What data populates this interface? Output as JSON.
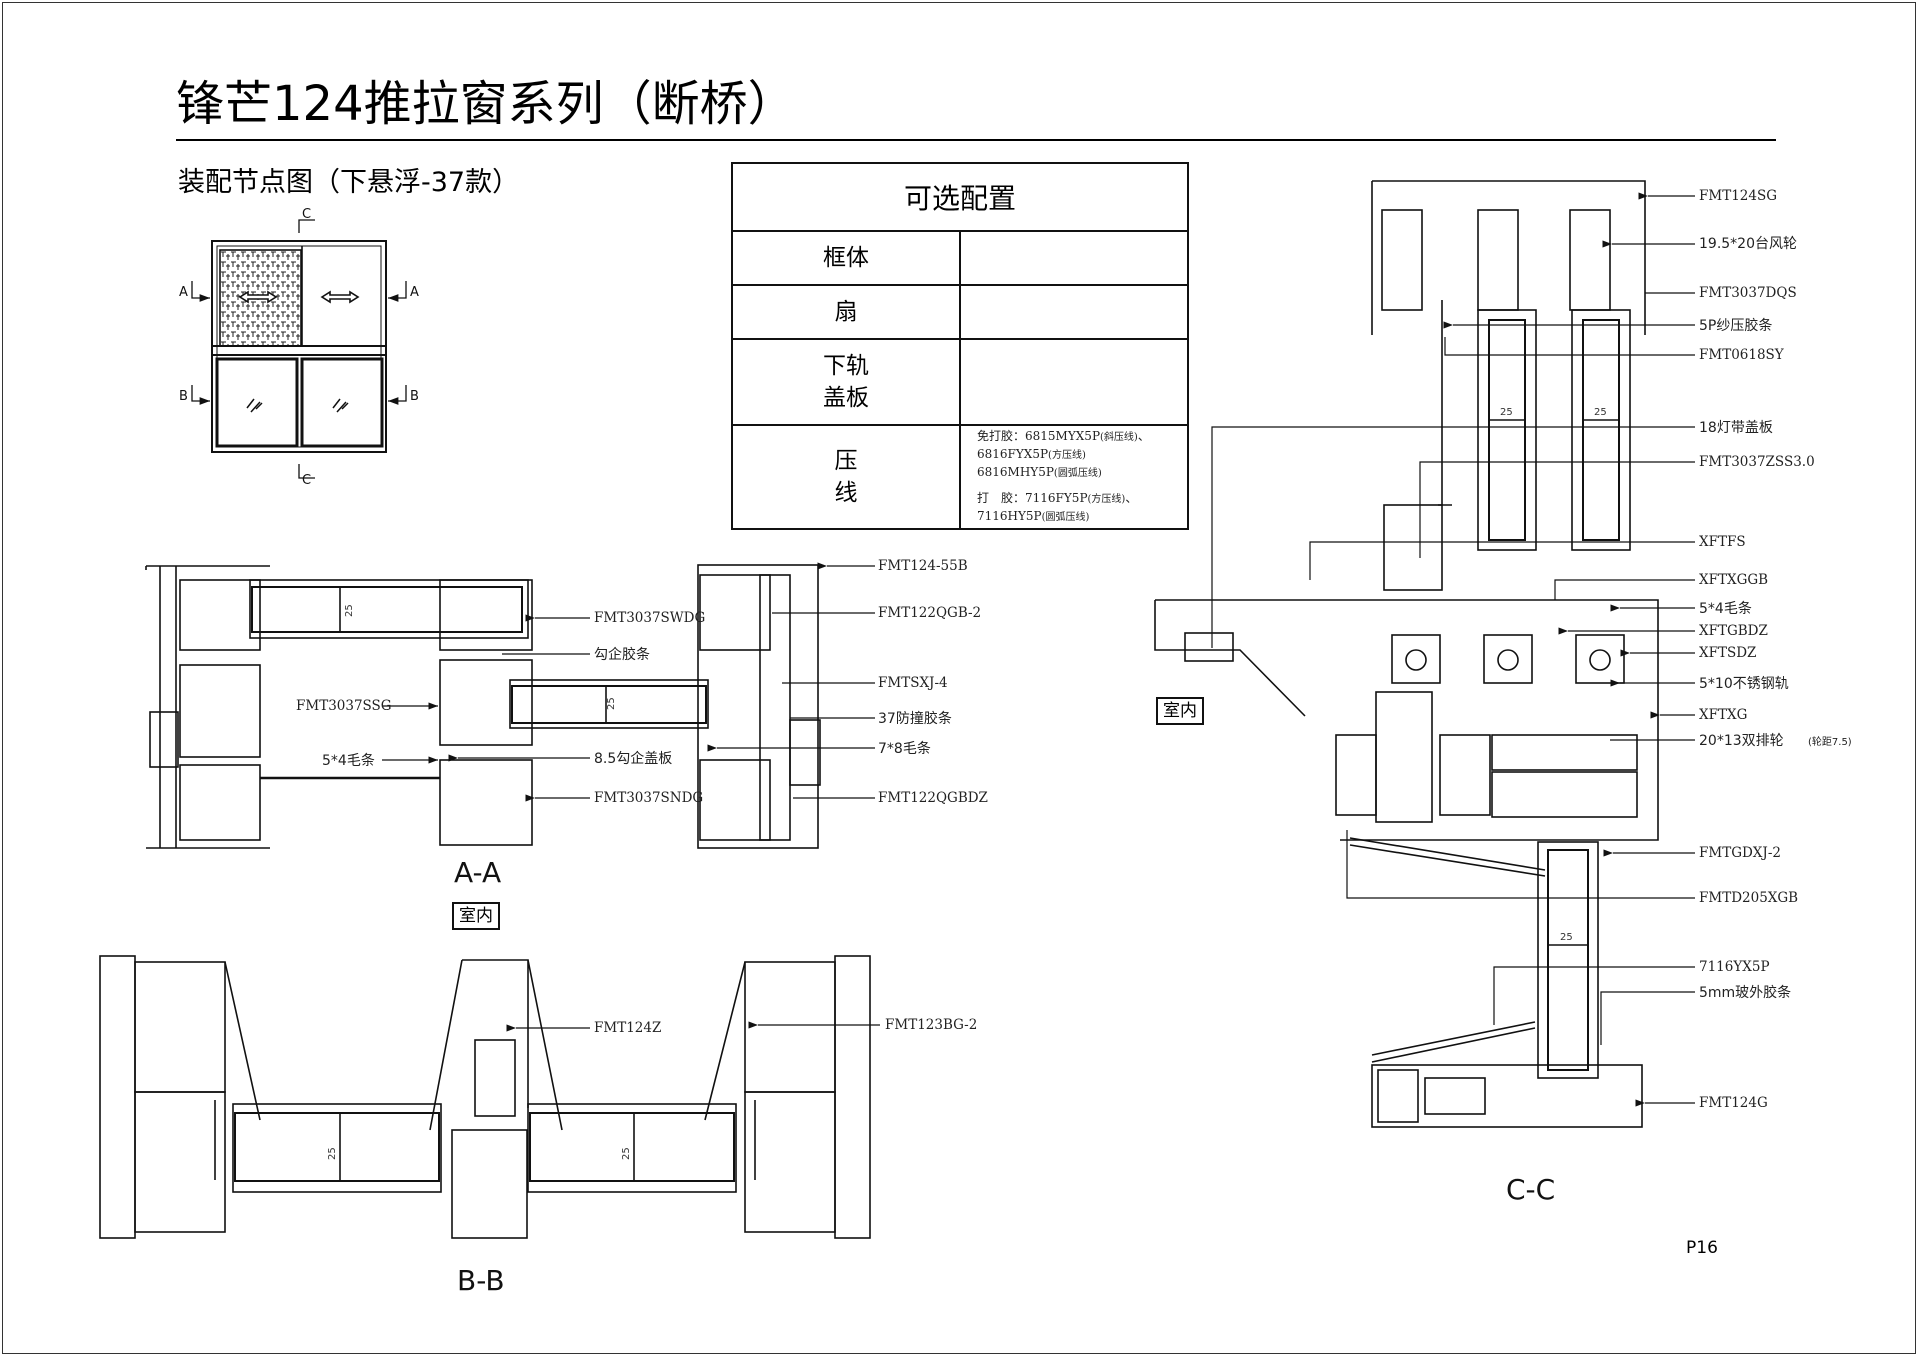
{
  "document": {
    "title": "锋芒124推拉窗系列（断桥）",
    "subtitle": "装配节点图（下悬浮-37款）",
    "page_number": "P16"
  },
  "config_table": {
    "heading": "可选配置",
    "rows": [
      {
        "label": "框体",
        "value": ""
      },
      {
        "label": "扇",
        "value": ""
      },
      {
        "label": "下轨\n盖板",
        "label_line1": "下轨",
        "label_line2": "盖板",
        "value": ""
      },
      {
        "label": "压线",
        "label_line1": "压",
        "label_line2": "线",
        "value_lines": [
          {
            "prefix": "免打胶：",
            "items": [
              {
                "code": "6815MYX5P",
                "note": "(斜压线)"
              },
              {
                "code": "6816FYX5P",
                "note": "(方压线)"
              }
            ]
          },
          {
            "prefix": "",
            "items": [
              {
                "code": "6816MHY5P",
                "note": "(圆弧压线)"
              }
            ]
          },
          {
            "prefix": "打　胶：",
            "items": [
              {
                "code": "7116FY5P",
                "note": "(方压线)"
              },
              {
                "code": "7116HY5P",
                "note": "(圆弧压线)"
              }
            ]
          }
        ]
      }
    ]
  },
  "elevation": {
    "section_markers": {
      "a": "A",
      "b": "B",
      "c": "C"
    }
  },
  "section_aa": {
    "name": "A-A",
    "indoor_label": "室内",
    "glass_dim": "25",
    "callouts": [
      "FMT3037SWDG",
      "勾企胶条",
      "FMT3037SSG",
      "5*4毛条",
      "8.5勾企盖板",
      "FMT3037SNDG",
      "FMT124-55B",
      "FMT122QGB-2",
      "FMTSXJ-4",
      "37防撞胶条",
      "7*8毛条",
      "FMT122QGBDZ"
    ]
  },
  "section_bb": {
    "name": "B-B",
    "glass_dim": "25",
    "callouts": [
      "FMT124Z",
      "FMT123BG-2"
    ]
  },
  "section_cc": {
    "name": "C-C",
    "indoor_label": "室内",
    "glass_dim": "25",
    "callouts": [
      "FMT124SG",
      "19.5*20台风轮",
      "FMT3037DQS",
      "5P纱压胶条",
      "FMT0618SY",
      "18灯带盖板",
      "FMT3037ZSS3.0",
      "XFTFS",
      "XFTXGGB",
      "5*4毛条",
      "XFTGBDZ",
      "XFTSDZ",
      "5*10不锈钢轨",
      "XFTXG",
      "20*13双排轮",
      "(轮距7.5)",
      "FMTGDXJ-2",
      "FMTD205XGB",
      "7116YX5P",
      "5mm玻外胶条",
      "FMT124G"
    ]
  }
}
